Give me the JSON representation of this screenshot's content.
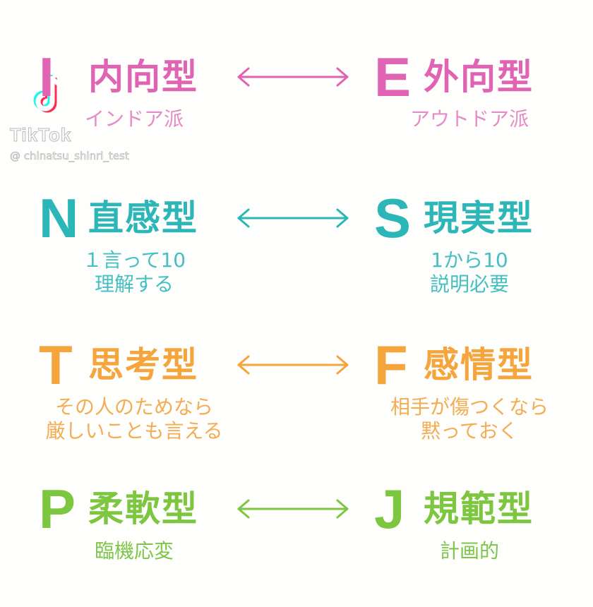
{
  "watermark": {
    "brand": "TikTok",
    "handle": "@ chinatsu_shinri_test",
    "colors": {
      "cyan": "#25f4ee",
      "red": "#fe2c55"
    }
  },
  "pairs": [
    {
      "left": {
        "letter": "I",
        "title": "内向型",
        "desc": "インドア派"
      },
      "right": {
        "letter": "E",
        "title": "外向型",
        "desc": "アウトドア派"
      },
      "color": "#e063b4"
    },
    {
      "left": {
        "letter": "N",
        "title": "直感型",
        "desc": "１言って10\n理解する"
      },
      "right": {
        "letter": "S",
        "title": "現実型",
        "desc": "1から10\n説明必要"
      },
      "color": "#2cb6b8"
    },
    {
      "left": {
        "letter": "T",
        "title": "思考型",
        "desc": "その人のためなら\n厳しいことも言える"
      },
      "right": {
        "letter": "F",
        "title": "感情型",
        "desc": "相手が傷つくなら\n黙っておく"
      },
      "color": "#f6a43c"
    },
    {
      "left": {
        "letter": "P",
        "title": "柔軟型",
        "desc": "臨機応変"
      },
      "right": {
        "letter": "J",
        "title": "規範型",
        "desc": "計画的"
      },
      "color": "#7dc63f"
    }
  ]
}
